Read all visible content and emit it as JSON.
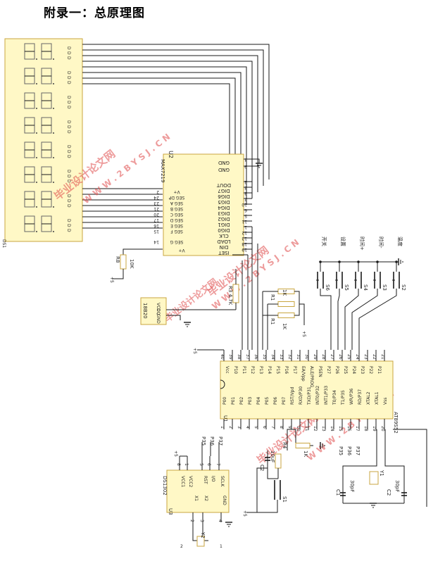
{
  "title": "附录一：总原理图",
  "u2": {
    "ref": "U2",
    "part": "MAX7219",
    "left_pins": [
      "2",
      "24",
      "23",
      "21",
      "20",
      "17",
      "16",
      "15",
      "14"
    ],
    "right_pins": [
      "4",
      "9",
      "2",
      "3",
      "8",
      "7",
      "10",
      "6",
      "5",
      "11",
      "1",
      "12",
      "13",
      "18",
      "19"
    ],
    "labels": [
      "GND",
      "GND",
      "DOUT",
      "DIG7",
      "DIG6",
      "DIG5",
      "DIG4",
      "DIG3",
      "DIG2",
      "DIG1",
      "DIG0",
      "CLK",
      "LOAD",
      "DIN",
      "ISET",
      "V+",
      "SEG DP",
      "SEG A",
      "SEG B",
      "SEG C",
      "SEG D",
      "SEG E",
      "SEG F",
      "SEG G"
    ]
  },
  "u1": {
    "ref": "U1",
    "part": "AT89S52",
    "top_labels": [
      "Vcc",
      "P10",
      "P11",
      "P12",
      "P13",
      "P14",
      "P15",
      "P16",
      "P17",
      "EA/Vpp",
      "ALE/PROG",
      "PSEN",
      "P27",
      "P26",
      "P25",
      "P24",
      "P23",
      "P22",
      "P21"
    ],
    "top_pins": [
      "40",
      "39",
      "38",
      "37",
      "36",
      "35",
      "34",
      "33",
      "32",
      "31",
      "30",
      "29",
      "28",
      "27",
      "26",
      "25",
      "24",
      "23",
      "22",
      "21"
    ],
    "bottom_labels": [
      "P00",
      "P01",
      "P02",
      "P03",
      "P04",
      "P05",
      "P06",
      "P07",
      "RST/Vpd",
      "RXD/P30",
      "TXD/P31",
      "INT0/P32",
      "INT1/P33",
      "T0/P34",
      "T1/P35",
      "WR/P36",
      "RD/P37",
      "XTAL2",
      "XTAL1",
      "Vss"
    ],
    "bottom_pins": [
      "1",
      "2",
      "3",
      "4",
      "5",
      "6",
      "7",
      "8",
      "9",
      "10",
      "11",
      "12",
      "13",
      "14",
      "15",
      "16",
      "17",
      "18",
      "19",
      "20"
    ]
  },
  "u3": {
    "ref": "U3",
    "part": "DS1302",
    "labels": [
      "VCC1",
      "VCC2",
      "RST",
      "I/O",
      "SCLK",
      "X1",
      "X2",
      "GND"
    ],
    "pins": [
      "8",
      "1",
      "5",
      "6",
      "7",
      "2",
      "3",
      "4"
    ]
  },
  "sensor": {
    "ref": "18B20",
    "labels": [
      "VCC",
      "DQ",
      "GND"
    ]
  },
  "components": {
    "r_iset": "R8",
    "r_iset_val": "10K",
    "r_pull": "R3 4.7K",
    "r1": "R1",
    "r1_val": "1K",
    "r2_val": "1K",
    "r4_val": "1K",
    "rst_r": "R4",
    "rst_r_val": "1K",
    "c2": "C2",
    "c2_val": "10uF",
    "c1": "C1",
    "c1_val": "30pF",
    "c3": "C2",
    "c3_val": "30pF",
    "y1": "Y1",
    "y2": "Y2",
    "s1": "S1",
    "vcc": "+5"
  },
  "buttons": [
    "S6",
    "S5",
    "S4",
    "S3",
    "S2"
  ],
  "button_labels": [
    "开关",
    "设置",
    "时间+",
    "时间-",
    "温度"
  ],
  "u3_net": [
    "P35",
    "P36",
    "P37"
  ],
  "u1_net": [
    "P35",
    "P36",
    "P37"
  ],
  "watermarks": [
    "毕业设计论文网",
    "W W W . 2 B Y S J . C N"
  ]
}
